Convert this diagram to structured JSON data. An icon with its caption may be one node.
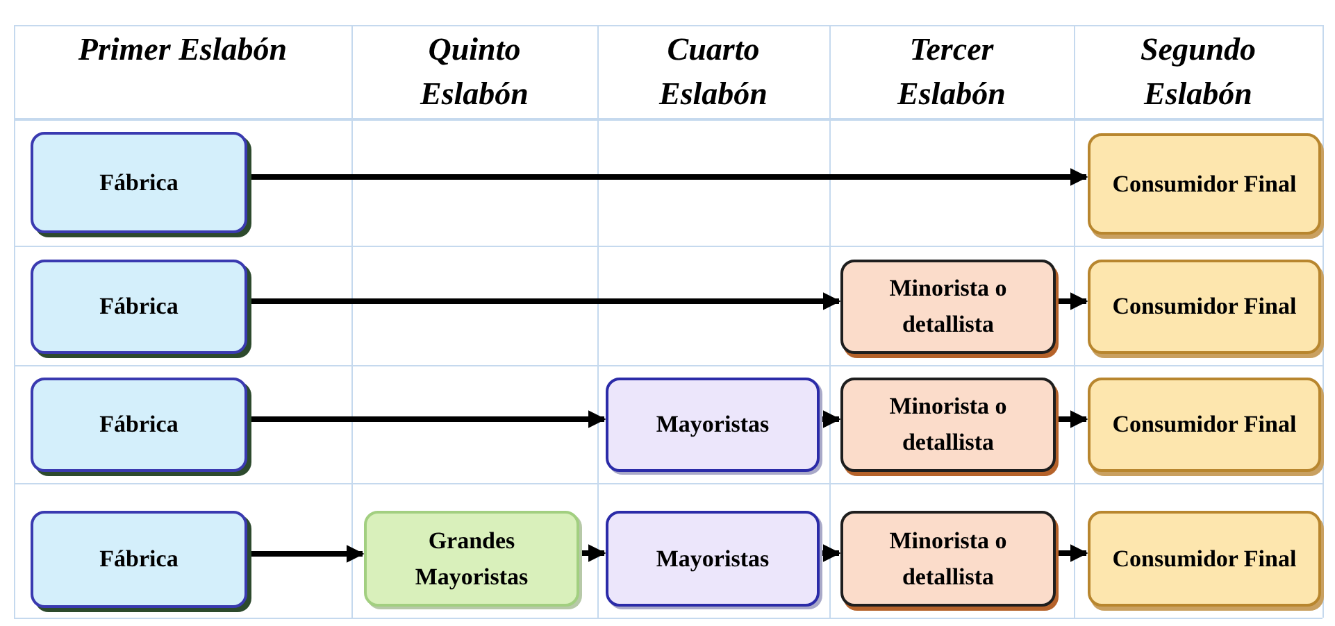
{
  "diagram": {
    "nodes": [
      {
        "text": [
          "Fábrica"
        ]
      },
      {
        "text": [
          "Consumidor Final"
        ]
      },
      {
        "text": [
          "Fábrica"
        ]
      },
      {
        "text": [
          "Minorista o detallista"
        ]
      },
      {
        "text": [
          "Consumidor Final"
        ]
      },
      {
        "text": [
          "Fábrica"
        ]
      },
      {
        "text": [
          "Mayoristas"
        ]
      },
      {
        "text": [
          "Minorista o detallista"
        ]
      },
      {
        "text": [
          "Consumidor Final"
        ]
      },
      {
        "text": [
          "Fábrica"
        ]
      },
      {
        "text": [
          "Grandes Mayoristas"
        ]
      },
      {
        "text": [
          "Mayoristas"
        ]
      },
      {
        "text": [
          "Minorista o detallista"
        ]
      },
      {
        "text": [
          "Consumidor Final"
        ]
      }
    ],
    "edges": [
      {
        "from": 0,
        "to": 1,
        "arrow": "to"
      },
      {
        "from": 2,
        "to": 3,
        "arrow": "to"
      },
      {
        "from": 3,
        "to": 4,
        "arrow": "to"
      },
      {
        "from": 5,
        "to": 6,
        "arrow": "to"
      },
      {
        "from": 6,
        "to": 7,
        "arrow": "to"
      },
      {
        "from": 7,
        "to": 8,
        "arrow": "to"
      },
      {
        "from": 9,
        "to": 10,
        "arrow": "to"
      },
      {
        "from": 10,
        "to": 11,
        "arrow": "to"
      },
      {
        "from": 11,
        "to": 12,
        "arrow": "to"
      },
      {
        "from": 12,
        "to": 13,
        "arrow": "to"
      }
    ],
    "labels": [
      "Primer Eslabón",
      "Quinto Eslabón",
      "Cuarto Eslabón",
      "Tercer Eslabón",
      "Segundo Eslabón"
    ]
  }
}
